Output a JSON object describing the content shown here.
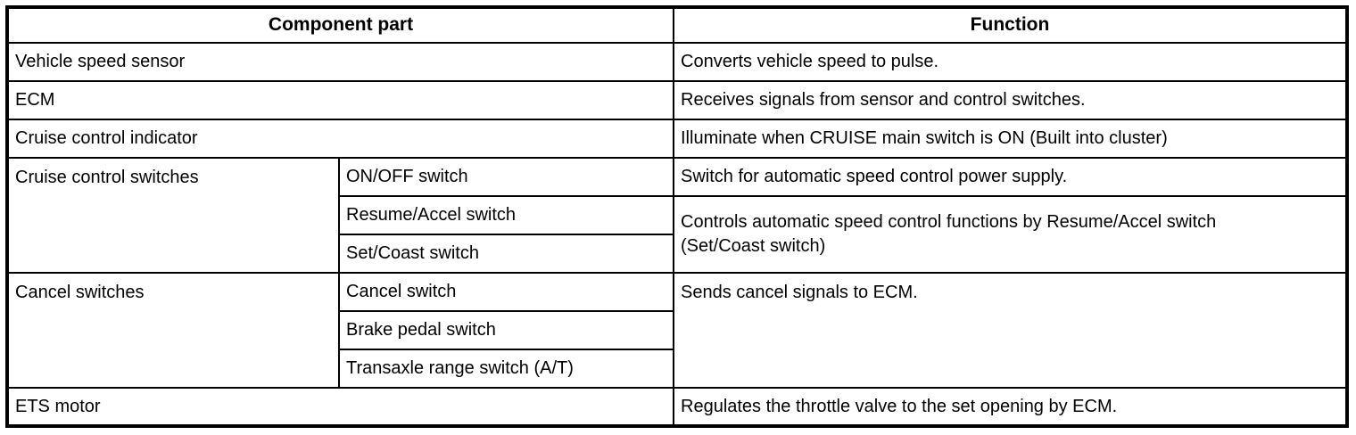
{
  "page": {
    "background_color": "#ffffff",
    "text_color": "#000000",
    "border_color": "#000000"
  },
  "table": {
    "header": {
      "component_part": "Component part",
      "function": "Function"
    },
    "rows": [
      {
        "part": "Vehicle speed sensor",
        "function": "Converts vehicle speed to pulse."
      },
      {
        "part": "ECM",
        "function": "Receives signals from sensor and control switches."
      },
      {
        "part": "Cruise control indicator",
        "function": "Illuminate when CRUISE main switch is ON (Built into cluster)"
      },
      {
        "part": "Cruise control switches",
        "subparts": [
          "ON/OFF switch",
          "Resume/Accel switch",
          "Set/Coast switch"
        ],
        "functions": [
          "Switch for automatic speed control power supply.",
          "Controls automatic speed control functions by Resume/Accel switch (Set/Coast switch)"
        ]
      },
      {
        "part": "Cancel switches",
        "subparts": [
          "Cancel switch",
          "Brake pedal switch",
          "Transaxle range switch (A/T)"
        ],
        "function": "Sends cancel signals to ECM."
      },
      {
        "part": "ETS motor",
        "function": "Regulates the throttle valve to the set opening by ECM."
      }
    ]
  }
}
